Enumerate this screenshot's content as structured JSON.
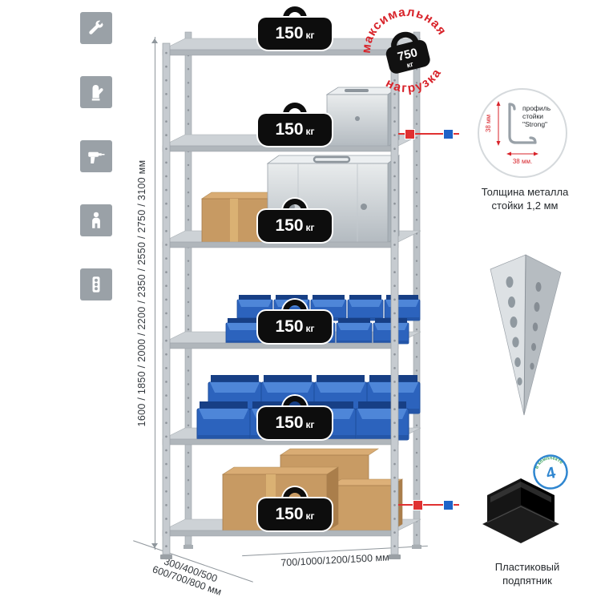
{
  "colors": {
    "accent_red": "#d8232a",
    "accent_blue": "#1f63c8",
    "bin_blue": "#2c63bd",
    "icon_gray": "#9aa1a7"
  },
  "left_icons": [
    {
      "name": "wrench"
    },
    {
      "name": "gloves"
    },
    {
      "name": "drill"
    },
    {
      "name": "person"
    },
    {
      "name": "power-strip"
    }
  ],
  "dimensions": {
    "height": "1600 / 1850 / 2000 / 2200 / 2350 / 2550 / 2750 / 3100 мм",
    "depth_line1": "300/400/500",
    "depth_line2": "600/700/800 мм",
    "width": "700/1000/1200/1500 мм"
  },
  "shelves": [
    {
      "load": "150",
      "unit": "кг"
    },
    {
      "load": "150",
      "unit": "кг"
    },
    {
      "load": "150",
      "unit": "кг"
    },
    {
      "load": "150",
      "unit": "кг"
    },
    {
      "load": "150",
      "unit": "кг"
    },
    {
      "load": "150",
      "unit": "кг"
    }
  ],
  "stamp": {
    "arc_top": "максимальная",
    "arc_bottom": "нагрузка",
    "value": "750",
    "unit": "кг"
  },
  "profile_detail": {
    "label1": "профиль",
    "label2": "стойки",
    "label3": "\"Strong\"",
    "dim_vertical": "38 мм",
    "dim_horizontal": "38 мм.",
    "caption1": "Толщина металла",
    "caption2": "стойки 1,2 мм"
  },
  "foot_detail": {
    "badge_value": "4",
    "badge_text": "в комплекте",
    "caption1": "Пластиковый",
    "caption2": "подпятник"
  }
}
